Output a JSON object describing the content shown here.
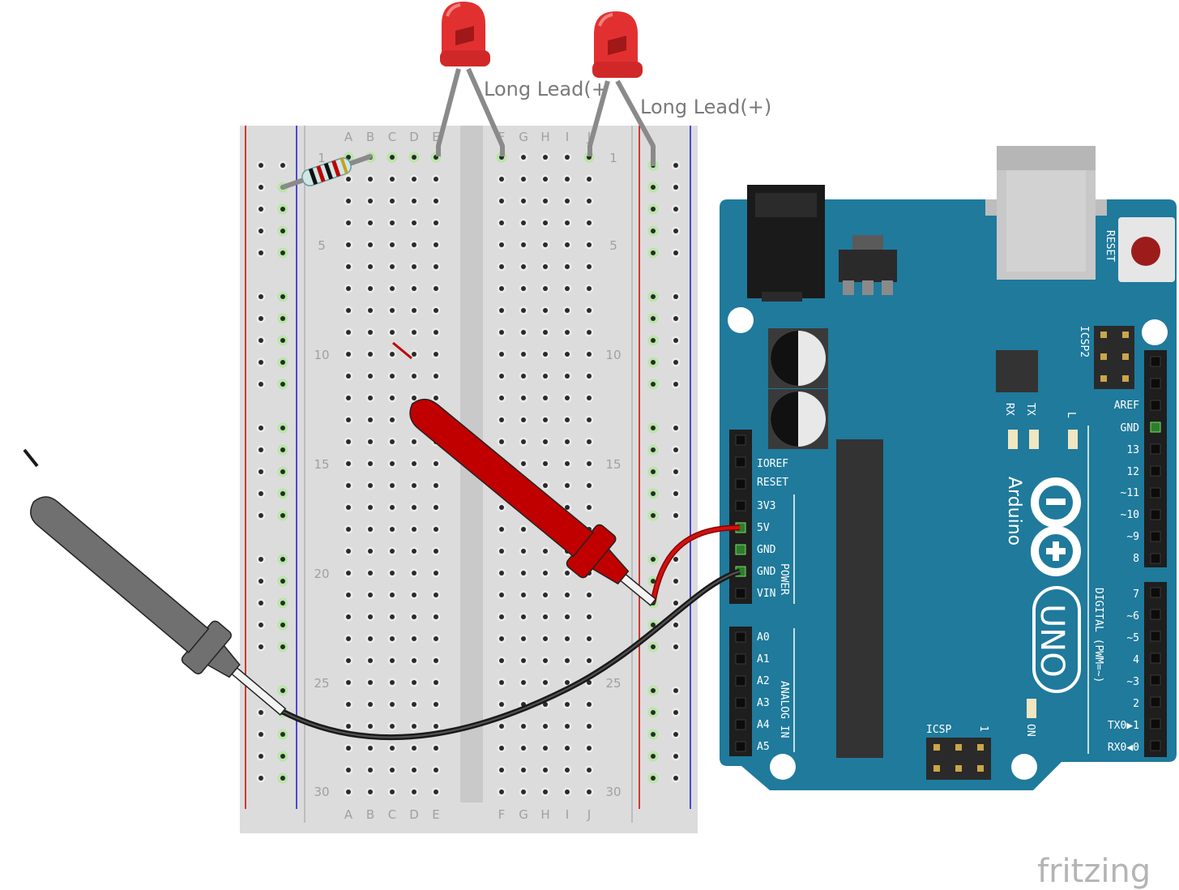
{
  "breadboard": {
    "columns_left": [
      "A",
      "B",
      "C",
      "D",
      "E"
    ],
    "columns_right": [
      "F",
      "G",
      "H",
      "I",
      "J"
    ],
    "row_numbers": [
      "1",
      "5",
      "10",
      "15",
      "20",
      "25",
      "30"
    ]
  },
  "leds": [
    {
      "label": "Long Lead(+"
    },
    {
      "label": "Long Lead(+)"
    }
  ],
  "arduino": {
    "reset_label": "RESET",
    "icsp2_label": "ICSP2",
    "icsp_label": "ICSP",
    "icsp_pin1": "1",
    "tx_label": "TX",
    "rx_label": "RX",
    "l_label": "L",
    "on_label": "ON",
    "brand_label": "Arduino",
    "model_label": "UNO",
    "digital_label": "DIGITAL (PWM=~)",
    "power_label": "POWER",
    "analog_label": "ANALOG IN",
    "power_pins": [
      "IOREF",
      "RESET",
      "3V3",
      "5V",
      "GND",
      "GND",
      "VIN"
    ],
    "analog_pins": [
      "A0",
      "A1",
      "A2",
      "A3",
      "A4",
      "A5"
    ],
    "digital_top": [
      "AREF",
      "GND",
      "13",
      "12",
      "~11",
      "~10",
      "~9",
      "8"
    ],
    "digital_bottom": [
      "7",
      "~6",
      "~5",
      "4",
      "~3",
      "2",
      "TX0▶1",
      "RX0◀0"
    ]
  },
  "footer": {
    "brand": "fritzing"
  },
  "colors": {
    "board": "#1f7a9c",
    "breadboard": "#dcdcdc",
    "led": "#e23030",
    "probe_red": "#c00000",
    "probe_grey": "#707070",
    "wire_red": "#c00000",
    "wire_black": "#1a1a1a",
    "rail_red": "#d00000",
    "rail_blue": "#1a1ad0"
  }
}
